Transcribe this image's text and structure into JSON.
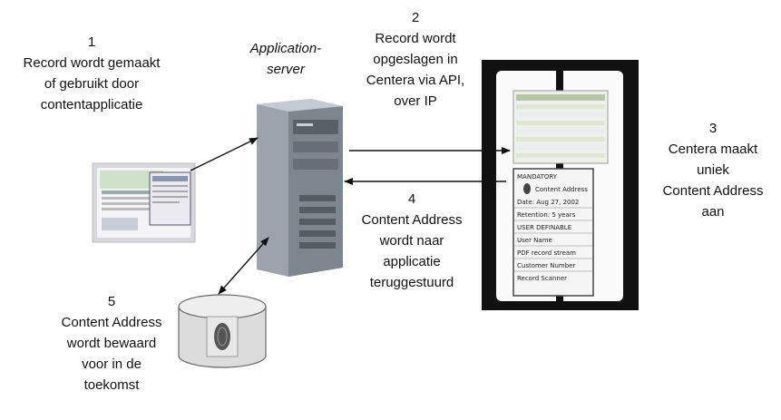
{
  "steps": {
    "step1": {
      "number": "1",
      "lines": [
        "Record wordt gemaakt",
        "of gebruikt door",
        "contentapplicatie"
      ]
    },
    "step2": {
      "number": "2",
      "lines": [
        "Record wordt",
        "opgeslagen in",
        "Centera via API,",
        "over IP"
      ]
    },
    "step3": {
      "number": "3",
      "lines": [
        "Centera maakt",
        "uniek",
        "Content Address",
        "aan"
      ]
    },
    "step4": {
      "number": "4",
      "lines": [
        "Content Address",
        "wordt naar",
        "applicatie",
        "teruggestuurd"
      ]
    },
    "step5": {
      "number": "5",
      "lines": [
        "Content Address",
        "wordt bewaard",
        "voor in de",
        "toekomst"
      ]
    }
  },
  "server_label": {
    "lines": [
      "Application-",
      "server"
    ]
  },
  "content_card": {
    "lines": [
      "MANDATORY",
      "Content Address",
      "Date: Aug 27, 2002",
      "Retention: 5 years",
      "USER DEFINABLE",
      "User Name",
      "PDF record stream",
      "Customer Number",
      "Record Scanner"
    ]
  },
  "icons": [
    "fingerprint-icon",
    "disk-cylinder-icon",
    "server-tower-icon",
    "monitor-screenshot-icon",
    "centera-document-icon"
  ]
}
